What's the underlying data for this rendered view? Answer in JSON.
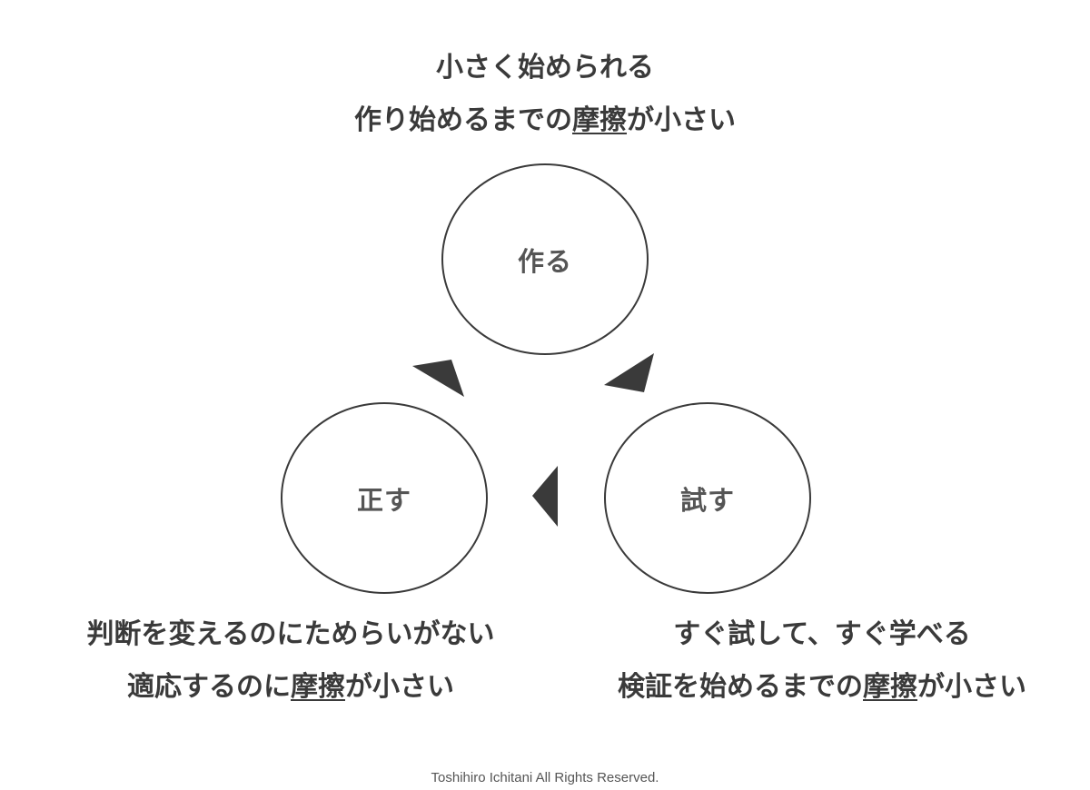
{
  "top_caption": {
    "line1": "小さく始められる",
    "line2_before": "作り始めるまでの",
    "line2_underlined": "摩擦",
    "line2_after": "が小さい"
  },
  "nodes": {
    "make": "作る",
    "fix": "正す",
    "try": "試す"
  },
  "left_caption": {
    "line1": "判断を変えるのにためらいがない",
    "line2_before": "適応するのに",
    "line2_underlined": "摩擦",
    "line2_after": "が小さい"
  },
  "right_caption": {
    "line1": "すぐ試して、すぐ学べる",
    "line2_before": "検証を始めるまでの",
    "line2_underlined": "摩擦",
    "line2_after": "が小さい"
  },
  "footer": "Toshihiro Ichitani All Rights Reserved.",
  "colors": {
    "text": "#3a3a3a",
    "node_label": "#555555",
    "arrow": "#3a3a3a",
    "background": "#ffffff"
  }
}
